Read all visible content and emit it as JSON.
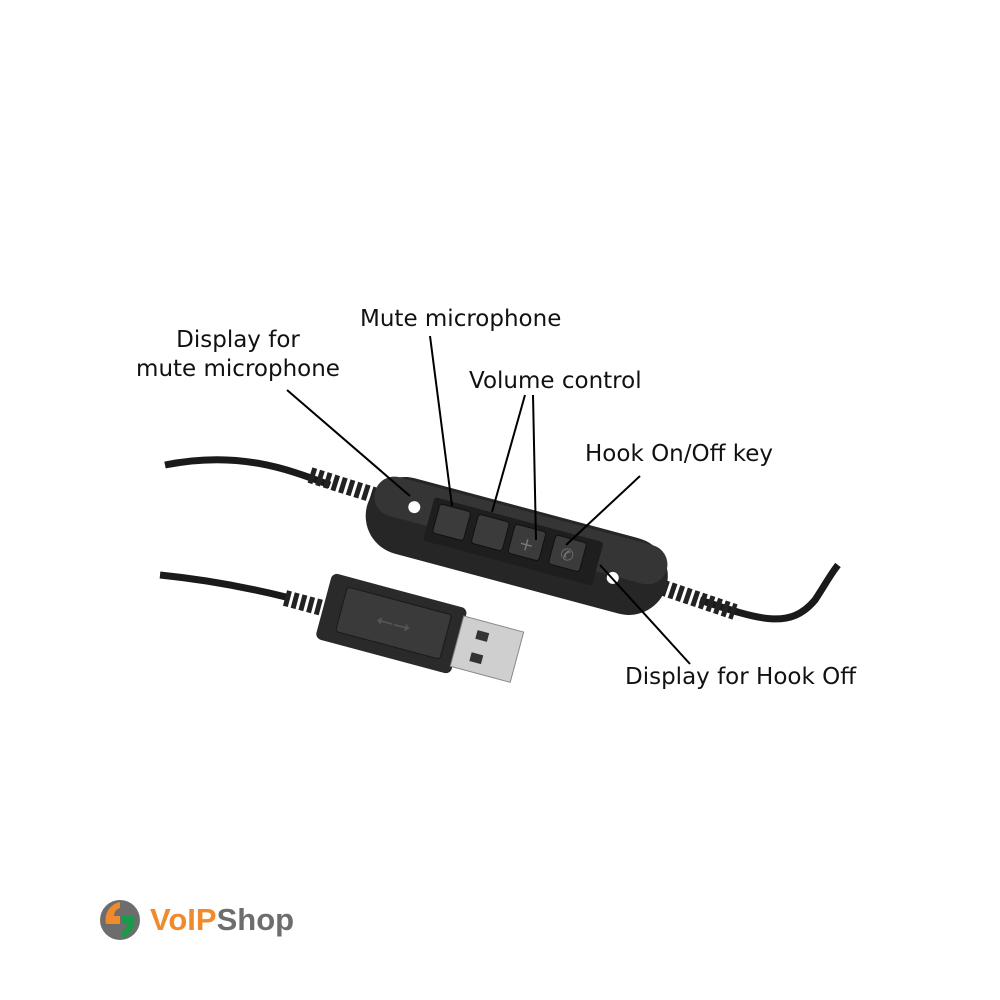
{
  "labels": {
    "display_mute_line1": "Display for",
    "display_mute_line2": "mute microphone",
    "mute_microphone": "Mute microphone",
    "volume_control": "Volume control",
    "hook_key": "Hook On/Off key",
    "display_hook_off": "Display for Hook Off"
  },
  "logo": {
    "text_part1": "VoIP",
    "text_part2": "Shop",
    "colors": {
      "orange": "#f08a2c",
      "gray": "#6d6d6d",
      "green": "#1a9a4a"
    }
  }
}
